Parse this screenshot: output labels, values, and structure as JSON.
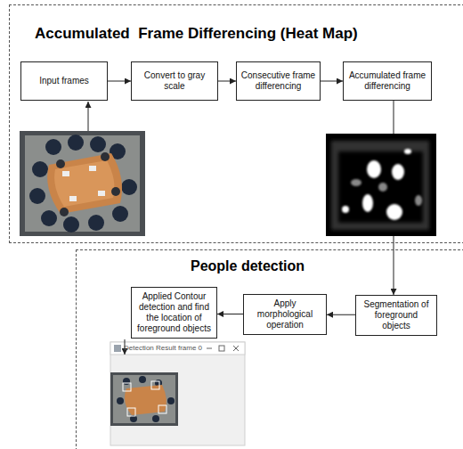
{
  "diagram": {
    "nodes": [
      {
        "text": [
          "Accumulated  Frame Differencing (Heat Map)"
        ]
      },
      {
        "text": [
          "Input frames"
        ],
        "in": 0
      },
      {
        "text": [
          "Convert to gray scale"
        ],
        "in": 0
      },
      {
        "text": [
          "Consecutive frame differencing"
        ],
        "in": 0
      },
      {
        "text": [
          "Accumulated frame differencing"
        ],
        "in": 0
      },
      {
        "text": [
          "People detection"
        ]
      },
      {
        "text": [
          "Segmentation of foreground objects"
        ],
        "in": 5
      },
      {
        "text": [
          "Apply morphological operation"
        ],
        "in": 5
      },
      {
        "text": [
          "Applied Contour detection and find the location of foreground objects"
        ],
        "in": 5
      }
    ],
    "edges": [
      {
        "from": 1,
        "to": 2,
        "arrow": "to"
      },
      {
        "from": 2,
        "to": 3,
        "arrow": "to"
      },
      {
        "from": 3,
        "to": 4,
        "arrow": "to"
      },
      {
        "from": 4,
        "to": 6,
        "arrow": "to"
      },
      {
        "from": 6,
        "to": 7,
        "arrow": "to"
      },
      {
        "from": 7,
        "to": 8,
        "arrow": "to"
      }
    ],
    "labels": [
      "Detection Result frame 0"
    ]
  }
}
